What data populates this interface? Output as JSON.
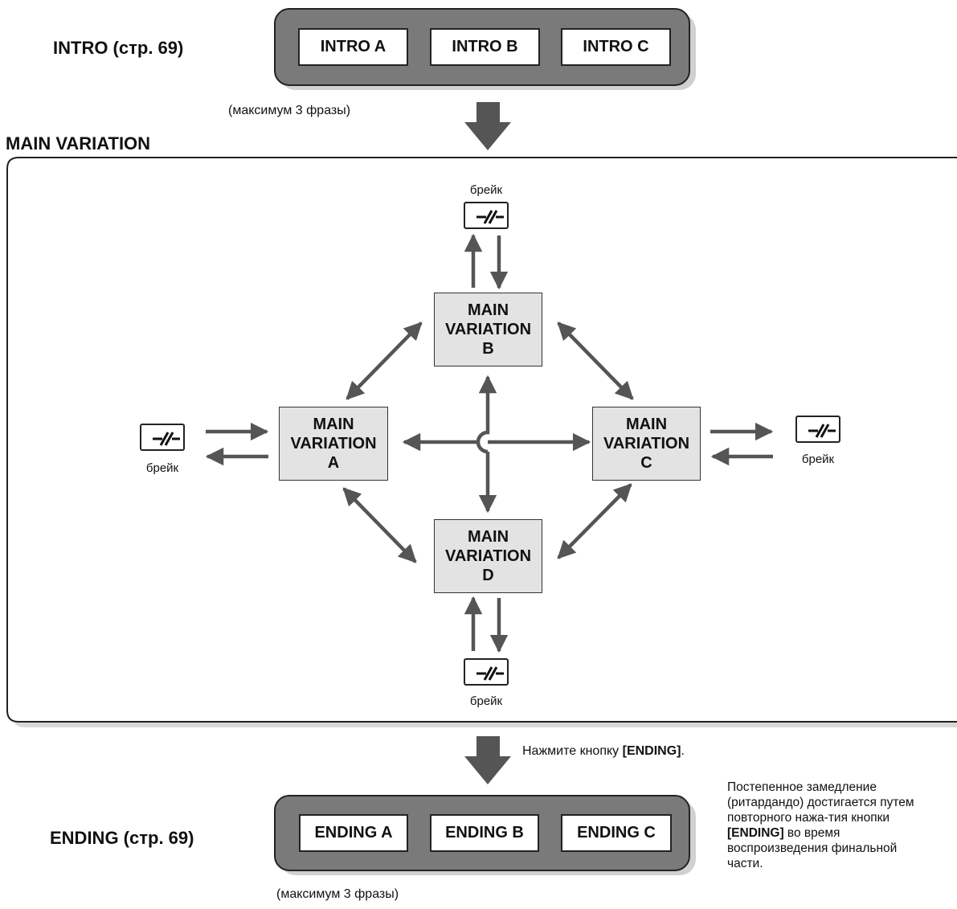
{
  "intro": {
    "heading": "INTRO (стр. 69)",
    "buttons": [
      "INTRO A",
      "INTRO B",
      "INTRO C"
    ],
    "note": "(максимум 3 фразы)"
  },
  "main": {
    "heading": "MAIN VARIATION",
    "variations": [
      {
        "line1": "MAIN",
        "line2": "VARIATION",
        "line3": "A"
      },
      {
        "line1": "MAIN",
        "line2": "VARIATION",
        "line3": "B"
      },
      {
        "line1": "MAIN",
        "line2": "VARIATION",
        "line3": "C"
      },
      {
        "line1": "MAIN",
        "line2": "VARIATION",
        "line3": "D"
      }
    ],
    "break_label": "брейк"
  },
  "ending_instruction": {
    "prefix": "Нажмите кнопку ",
    "button": "[ENDING]",
    "suffix": "."
  },
  "ending": {
    "heading": "ENDING (стр. 69)",
    "buttons": [
      "ENDING A",
      "ENDING B",
      "ENDING C"
    ],
    "note": "(максимум 3 фразы)"
  },
  "ritardando_note": {
    "part1": "Постепенное замедление (ритардандо) достигается путем повторного нажа-тия кнопки ",
    "button": "[ENDING]",
    "part2": " во время воспроизведения финальной части."
  },
  "colors": {
    "arrow": "#555555",
    "panel": "#7a7a7a",
    "mv_fill": "#e3e3e3"
  }
}
